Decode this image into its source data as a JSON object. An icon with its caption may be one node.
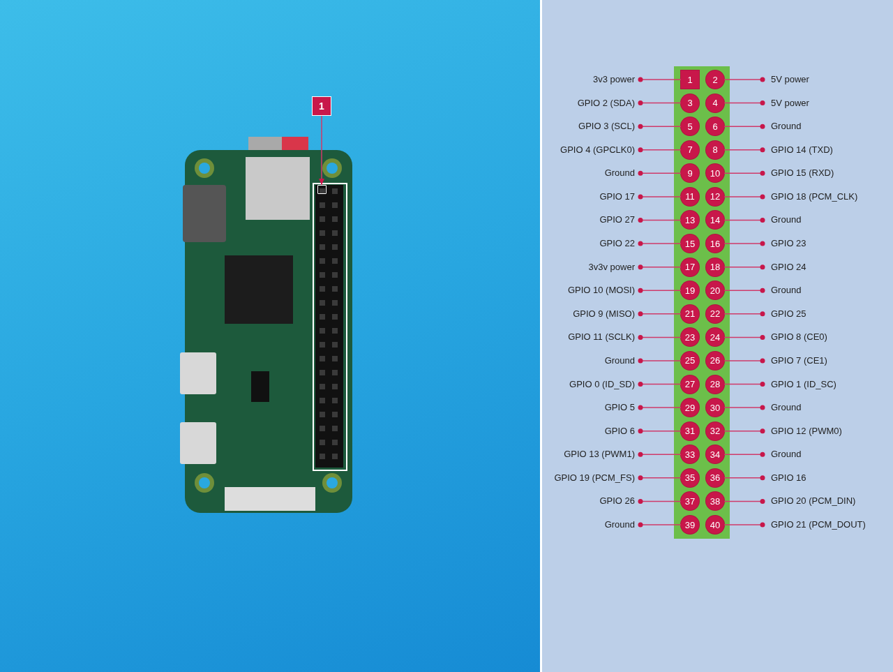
{
  "diagram": {
    "nodes": [
      {
        "text": [
          "1"
        ]
      },
      {
        "text": [],
        "shape": "box"
      },
      {
        "text": [
          "3v3 power"
        ]
      },
      {
        "text": [
          "1"
        ]
      },
      {
        "text": [
          "2"
        ]
      },
      {
        "text": [
          "5V power"
        ]
      },
      {
        "text": [
          "GPIO 2 (SDA)"
        ]
      },
      {
        "text": [
          "3"
        ]
      },
      {
        "text": [
          "4"
        ]
      },
      {
        "text": [
          "5V power"
        ]
      },
      {
        "text": [
          "GPIO 3 (SCL)"
        ]
      },
      {
        "text": [
          "5"
        ]
      },
      {
        "text": [
          "6"
        ]
      },
      {
        "text": [
          "Ground"
        ]
      },
      {
        "text": [
          "GPIO 4 (GPCLK0)"
        ]
      },
      {
        "text": [
          "7"
        ]
      },
      {
        "text": [
          "8"
        ]
      },
      {
        "text": [
          "GPIO 14 (TXD)"
        ]
      },
      {
        "text": [
          "Ground"
        ]
      },
      {
        "text": [
          "9"
        ]
      },
      {
        "text": [
          "10"
        ]
      },
      {
        "text": [
          "GPIO 15 (RXD)"
        ]
      },
      {
        "text": [
          "GPIO 17"
        ]
      },
      {
        "text": [
          "11"
        ]
      },
      {
        "text": [
          "12"
        ]
      },
      {
        "text": [
          "GPIO 18 (PCM_CLK)"
        ]
      },
      {
        "text": [
          "GPIO 27"
        ]
      },
      {
        "text": [
          "13"
        ]
      },
      {
        "text": [
          "14"
        ]
      },
      {
        "text": [
          "Ground"
        ]
      },
      {
        "text": [
          "GPIO 22"
        ]
      },
      {
        "text": [
          "15"
        ]
      },
      {
        "text": [
          "16"
        ]
      },
      {
        "text": [
          "GPIO 23"
        ]
      },
      {
        "text": [
          "3v3v power"
        ]
      },
      {
        "text": [
          "17"
        ]
      },
      {
        "text": [
          "18"
        ]
      },
      {
        "text": [
          "GPIO 24"
        ]
      },
      {
        "text": [
          "GPIO 10 (MOSI)"
        ]
      },
      {
        "text": [
          "19"
        ]
      },
      {
        "text": [
          "20"
        ]
      },
      {
        "text": [
          "Ground"
        ]
      },
      {
        "text": [
          "GPIO 9 (MISO)"
        ]
      },
      {
        "text": [
          "21"
        ]
      },
      {
        "text": [
          "22"
        ]
      },
      {
        "text": [
          "GPIO 25"
        ]
      },
      {
        "text": [
          "GPIO 11 (SCLK)"
        ]
      },
      {
        "text": [
          "23"
        ]
      },
      {
        "text": [
          "24"
        ]
      },
      {
        "text": [
          "GPIO 8 (CE0)"
        ]
      },
      {
        "text": [
          "Ground"
        ]
      },
      {
        "text": [
          "25"
        ]
      },
      {
        "text": [
          "26"
        ]
      },
      {
        "text": [
          "GPIO 7 (CE1)"
        ]
      },
      {
        "text": [
          "GPIO 0 (ID_SD)"
        ]
      },
      {
        "text": [
          "27"
        ]
      },
      {
        "text": [
          "28"
        ]
      },
      {
        "text": [
          "GPIO 1 (ID_SC)"
        ]
      },
      {
        "text": [
          "GPIO 5"
        ]
      },
      {
        "text": [
          "29"
        ]
      },
      {
        "text": [
          "30"
        ]
      },
      {
        "text": [
          "Ground"
        ]
      },
      {
        "text": [
          "GPIO 6"
        ]
      },
      {
        "text": [
          "31"
        ]
      },
      {
        "text": [
          "32"
        ]
      },
      {
        "text": [
          "GPIO 12 (PWM0)"
        ]
      },
      {
        "text": [
          "GPIO 13 (PWM1)"
        ]
      },
      {
        "text": [
          "33"
        ]
      },
      {
        "text": [
          "34"
        ]
      },
      {
        "text": [
          "Ground"
        ]
      },
      {
        "text": [
          "GPIO 19 (PCM_FS)"
        ]
      },
      {
        "text": [
          "35"
        ]
      },
      {
        "text": [
          "36"
        ]
      },
      {
        "text": [
          "GPIO 16"
        ]
      },
      {
        "text": [
          "GPIO 26"
        ]
      },
      {
        "text": [
          "37"
        ]
      },
      {
        "text": [
          "38"
        ]
      },
      {
        "text": [
          "GPIO 20 (PCM_DIN)"
        ]
      },
      {
        "text": [
          "Ground"
        ]
      },
      {
        "text": [
          "39"
        ]
      },
      {
        "text": [
          "40"
        ]
      },
      {
        "text": [
          "GPIO 21 (PCM_DOUT)"
        ]
      }
    ],
    "edges": [
      {
        "from": 0,
        "to": 1,
        "arrow": "to"
      },
      {
        "from": 3,
        "to": 2,
        "arrow": "other"
      },
      {
        "from": 4,
        "to": 5,
        "arrow": "other"
      },
      {
        "from": 7,
        "to": 6,
        "arrow": "other"
      },
      {
        "from": 8,
        "to": 9,
        "arrow": "other"
      },
      {
        "from": 11,
        "to": 10,
        "arrow": "other"
      },
      {
        "from": 12,
        "to": 13,
        "arrow": "other"
      },
      {
        "from": 15,
        "to": 14,
        "arrow": "other"
      },
      {
        "from": 16,
        "to": 17,
        "arrow": "other"
      },
      {
        "from": 19,
        "to": 18,
        "arrow": "other"
      },
      {
        "from": 20,
        "to": 21,
        "arrow": "other"
      },
      {
        "from": 23,
        "to": 22,
        "arrow": "other"
      },
      {
        "from": 24,
        "to": 25,
        "arrow": "other"
      },
      {
        "from": 27,
        "to": 26,
        "arrow": "other"
      },
      {
        "from": 28,
        "to": 29,
        "arrow": "other"
      },
      {
        "from": 31,
        "to": 30,
        "arrow": "other"
      },
      {
        "from": 32,
        "to": 33,
        "arrow": "other"
      },
      {
        "from": 35,
        "to": 34,
        "arrow": "other"
      },
      {
        "from": 36,
        "to": 37,
        "arrow": "other"
      },
      {
        "from": 39,
        "to": 38,
        "arrow": "other"
      },
      {
        "from": 40,
        "to": 41,
        "arrow": "other"
      },
      {
        "from": 43,
        "to": 42,
        "arrow": "other"
      },
      {
        "from": 44,
        "to": 45,
        "arrow": "other"
      },
      {
        "from": 47,
        "to": 46,
        "arrow": "other"
      },
      {
        "from": 48,
        "to": 49,
        "arrow": "other"
      },
      {
        "from": 51,
        "to": 50,
        "arrow": "other"
      },
      {
        "from": 52,
        "to": 53,
        "arrow": "other"
      },
      {
        "from": 55,
        "to": 54,
        "arrow": "other"
      },
      {
        "from": 56,
        "to": 57,
        "arrow": "other"
      },
      {
        "from": 59,
        "to": 58,
        "arrow": "other"
      },
      {
        "from": 60,
        "to": 61,
        "arrow": "other"
      },
      {
        "from": 63,
        "to": 62,
        "arrow": "other"
      },
      {
        "from": 64,
        "to": 65,
        "arrow": "other"
      },
      {
        "from": 67,
        "to": 66,
        "arrow": "other"
      },
      {
        "from": 68,
        "to": 69,
        "arrow": "other"
      },
      {
        "from": 71,
        "to": 70,
        "arrow": "other"
      },
      {
        "from": 72,
        "to": 73,
        "arrow": "other"
      },
      {
        "from": 75,
        "to": 74,
        "arrow": "other"
      },
      {
        "from": 76,
        "to": 77,
        "arrow": "other"
      },
      {
        "from": 79,
        "to": 78,
        "arrow": "other"
      },
      {
        "from": 80,
        "to": 81,
        "arrow": "other"
      }
    ]
  }
}
